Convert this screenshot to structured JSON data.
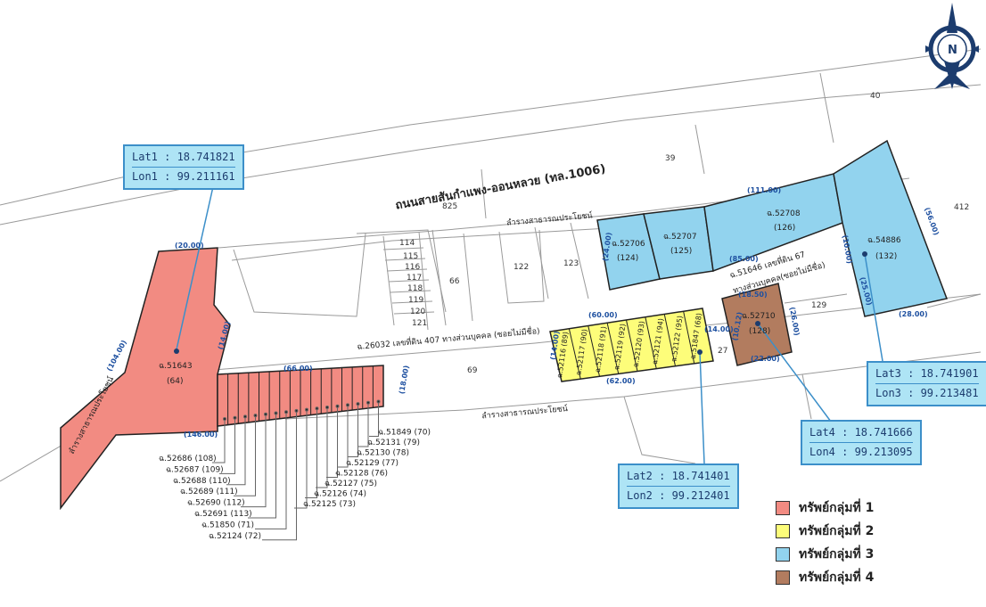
{
  "road_main": "ถนนสายสันกำแพง-ออนหลวย (ทล.1006)",
  "road_public_top": "ลำรางสาธารณประโยชน์",
  "road_public_bottom": "ลำรางสาธารณประโยชน์",
  "road_public_left": "ลำรางสาธารณประโยชน์",
  "road_private_main": "ฉ.26032 เลขที่ดิน 407 ทางส่วนบุคคล (ซอยไม่มีชื่อ)",
  "road_private_right1": "ฉ.51646 เลขที่ดิน 67",
  "road_private_right2": "ทางส่วนบุคคล(ซอยไม่มีชื่อ)",
  "compass_letter": "N",
  "groups": [
    {
      "name": "ทรัพย์กลุ่มที่ 1",
      "color": "#f28b82"
    },
    {
      "name": "ทรัพย์กลุ่มที่ 2",
      "color": "#fdfd7a"
    },
    {
      "name": "ทรัพย์กลุ่มที่ 3",
      "color": "#92d3ee"
    },
    {
      "name": "ทรัพย์กลุ่มที่ 4",
      "color": "#b27c5f"
    }
  ],
  "coords": [
    {
      "lat": "Lat1 : 18.741821",
      "lon": "Lon1 : 99.211161"
    },
    {
      "lat": "Lat2 : 18.741401",
      "lon": "Lon2 : 99.212401"
    },
    {
      "lat": "Lat3 : 18.741901",
      "lon": "Lon3 : 99.213481"
    },
    {
      "lat": "Lat4 : 18.741666",
      "lon": "Lon4 : 99.213095"
    }
  ],
  "parcels": {
    "p51643": {
      "deed": "ฉ.51643",
      "no": "(64)"
    },
    "p52706": {
      "deed": "ฉ.52706",
      "no": "(124)"
    },
    "p52707": {
      "deed": "ฉ.52707",
      "no": "(125)"
    },
    "p52708": {
      "deed": "ฉ.52708",
      "no": "(126)"
    },
    "p54886": {
      "deed": "ฉ.54886",
      "no": "(132)"
    },
    "p52710": {
      "deed": "ฉ.52710",
      "no": "(128)"
    }
  },
  "group2_parcels": [
    "ฉ.52116 (89)",
    "ฉ.52117 (90)",
    "ฉ.52118 (91)",
    "ฉ.52119 (92)",
    "ฉ.52120 (93)",
    "ฉ.52121 (94)",
    "ฉ.52122 (95)",
    "ฉ.51847 (68)"
  ],
  "group1_leaders": [
    "ฉ.52686 (108)",
    "ฉ.52687 (109)",
    "ฉ.52688 (110)",
    "ฉ.52689 (111)",
    "ฉ.52690 (112)",
    "ฉ.52691 (113)",
    "ฉ.51850 (71)",
    "ฉ.52124 (72)",
    "ฉ.52125 (73)",
    "ฉ.52126 (74)",
    "ฉ.52127 (75)",
    "ฉ.52128 (76)",
    "ฉ.52129 (77)",
    "ฉ.52130 (78)",
    "ฉ.52131 (79)",
    "ฉ.51849 (70)"
  ],
  "dims": {
    "g1_top": "(20.00)",
    "g1_neck": "(14.00)",
    "g1_left": "(104.00)",
    "g1_strip_top": "(66.00)",
    "g1_strip_right": "(18.00)",
    "g1_bottom": "(146.00)",
    "g2_top": "(60.00)",
    "g2_left": "(14.00)",
    "g2_bottom": "(62.00)",
    "g2_right": "(14.00)",
    "g3_left": "(24.00)",
    "g3_top": "(111.00)",
    "g3_mid": "(85.00)",
    "g3_right": "(56.00)",
    "g3_inner": "(10.00)",
    "g3_inner2": "(25.00)",
    "g3_bottom": "(28.00)",
    "g4_top": "(18.50)",
    "g4_left": "(10.12)",
    "g4_right": "(26.00)",
    "g4_bottom": "(22.00)"
  },
  "lots": [
    "39",
    "40",
    "825",
    "412",
    "114",
    "115",
    "116",
    "117",
    "118",
    "119",
    "120",
    "121",
    "66",
    "122",
    "123",
    "69",
    "129",
    "27"
  ]
}
